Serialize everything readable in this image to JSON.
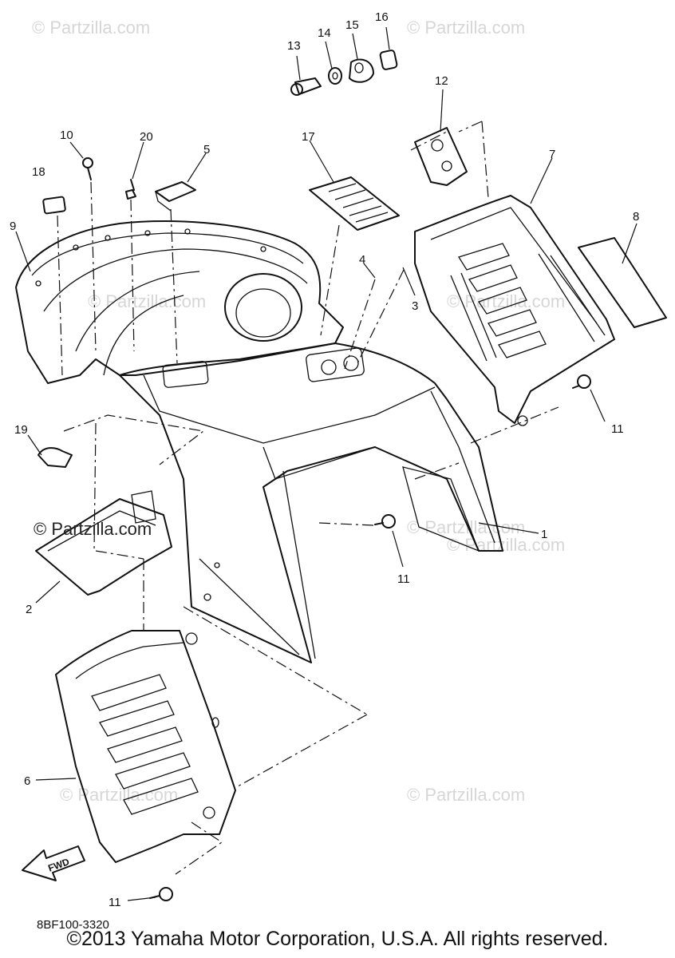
{
  "watermarks": [
    "© Partzilla.com",
    "© Partzilla.com",
    "© Partzilla.com",
    "© Partzilla.com",
    "© Partzilla.com",
    "© Partzilla.com",
    "© Partzilla.com",
    "© Partzilla.com"
  ],
  "center_watermark": "© Partzilla.com",
  "callouts": [
    "13",
    "14",
    "15",
    "16",
    "12",
    "10",
    "20",
    "5",
    "17",
    "7",
    "18",
    "9",
    "8",
    "4",
    "3",
    "11",
    "19",
    "1",
    "11",
    "2",
    "6",
    "11"
  ],
  "fwd_label": "FWD",
  "drawing_code": "8BF100-3320",
  "copyright": "©2013 Yamaha Motor Corporation, U.S.A. All rights reserved."
}
